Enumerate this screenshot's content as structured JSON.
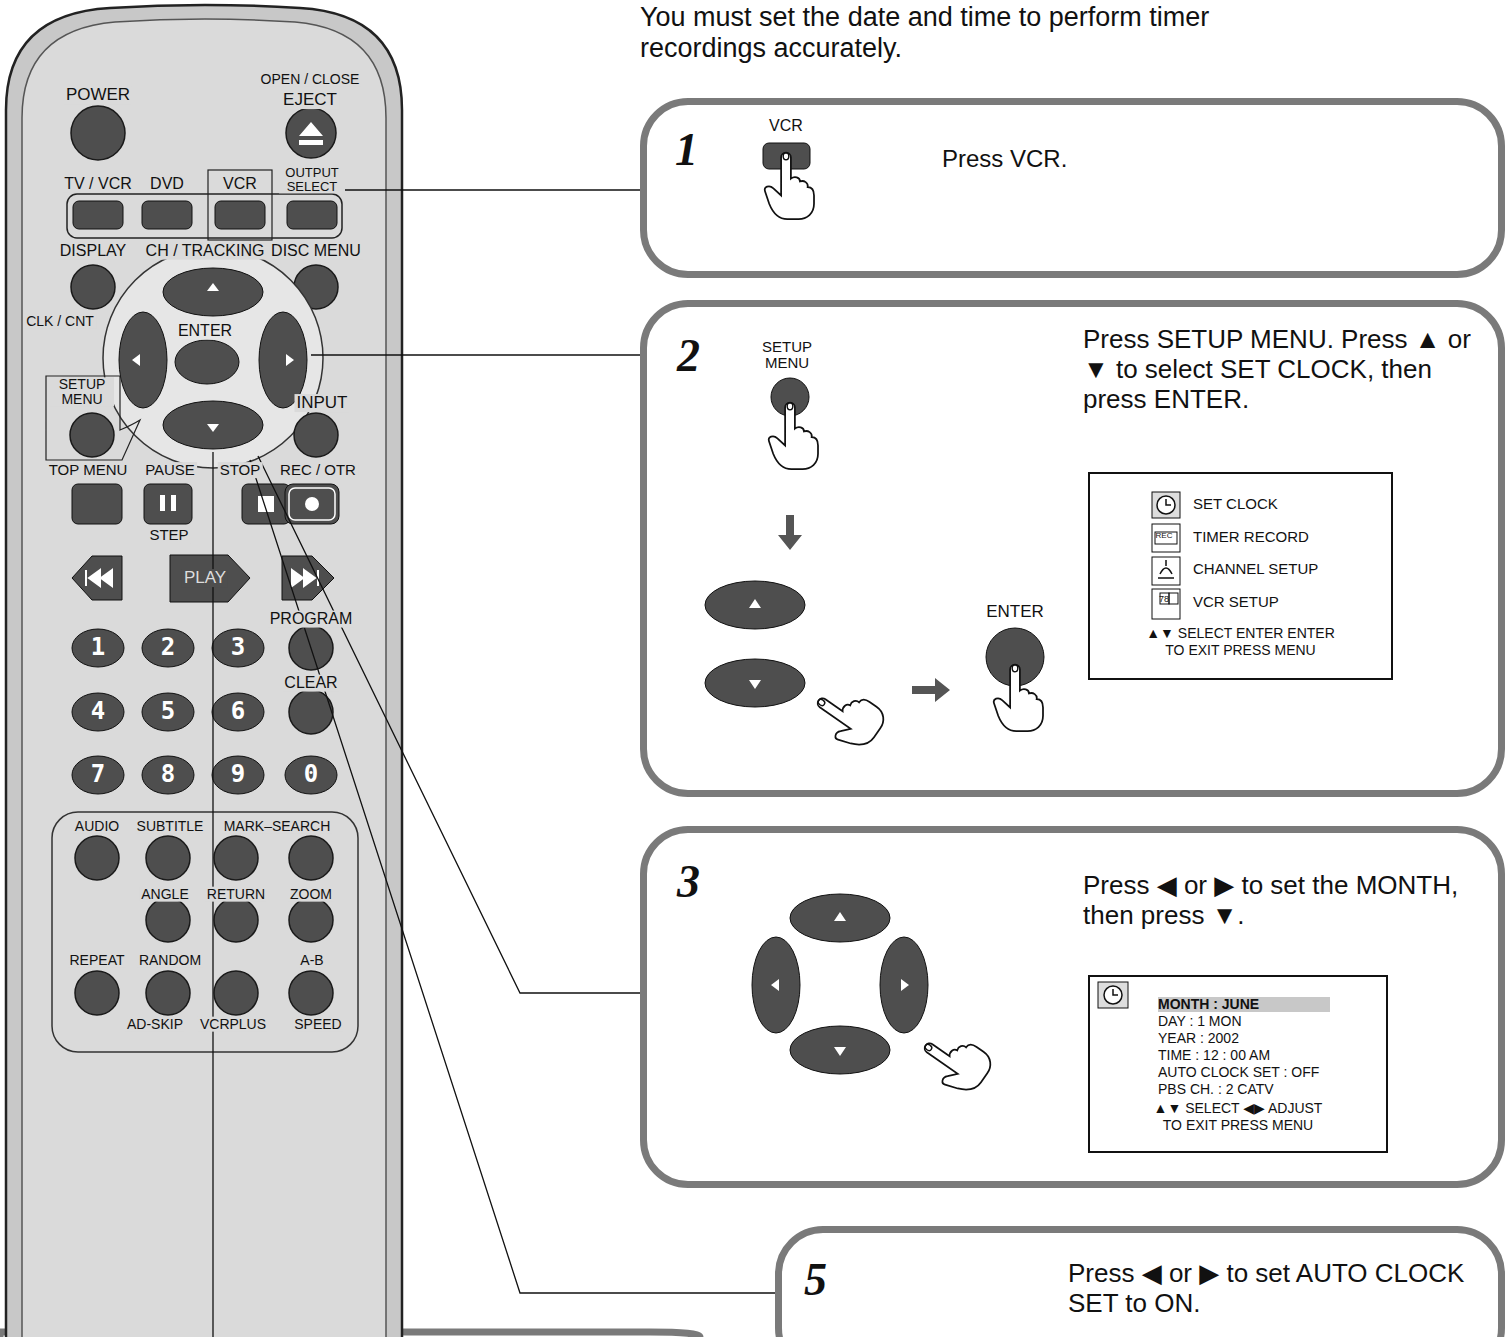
{
  "diagram": {
    "title": "You must set the date and time to perform timer recordings accurately.",
    "nodes": [
      {
        "text": [
          "1",
          "Press VCR."
        ]
      },
      {
        "text": [
          "2",
          "Press SETUP MENU. Press ▲ or ▼ to select SET CLOCK, then press ENTER."
        ]
      },
      {
        "text": [
          "SET CLOCK",
          "TIMER RECORD",
          "CHANNEL SETUP",
          "VCR SETUP",
          "▲▼ SELECT ENTER ENTER",
          "TO EXIT PRESS MENU"
        ],
        "in": 1
      },
      {
        "text": [
          "3",
          "Press ◀ or ▶ to set the MONTH, then press ▼."
        ]
      },
      {
        "text": [
          "MONTH : JUNE",
          "DAY : 1 MON",
          "YEAR : 2002",
          "TIME : 12 : 00 AM",
          "AUTO CLOCK SET : OFF",
          "PBS CH. : 2 CATV",
          "▲▼ SELECT ◀▶ ADJUST",
          "TO EXIT PRESS MENU"
        ],
        "in": 3
      },
      {
        "text": [
          "5",
          "Press ◀ or ▶ to set AUTO CLOCK SET to ON."
        ]
      }
    ],
    "labels": [
      "POWER",
      "OPEN / CLOSE",
      "EJECT",
      "TV / VCR",
      "DVD",
      "VCR",
      "OUTPUT SELECT",
      "DISPLAY",
      "CH / TRACKING",
      "DISC MENU",
      "CLK / CNT",
      "ENTER",
      "SETUP MENU",
      "INPUT",
      "TOP MENU",
      "PAUSE",
      "STOP",
      "REC / OTR",
      "STEP",
      "PLAY",
      "PROGRAM",
      "1",
      "2",
      "3",
      "CLEAR",
      "4",
      "5",
      "6",
      "7",
      "8",
      "9",
      "0",
      "AUDIO",
      "SUBTITLE",
      "MARK–SEARCH",
      "ANGLE",
      "RETURN",
      "ZOOM",
      "REPEAT",
      "RANDOM",
      "A-B",
      "AD-SKIP",
      "VCRPLUS",
      "SPEED",
      "VCR",
      "SETUP MENU",
      "ENTER",
      "REC",
      "78"
    ]
  }
}
